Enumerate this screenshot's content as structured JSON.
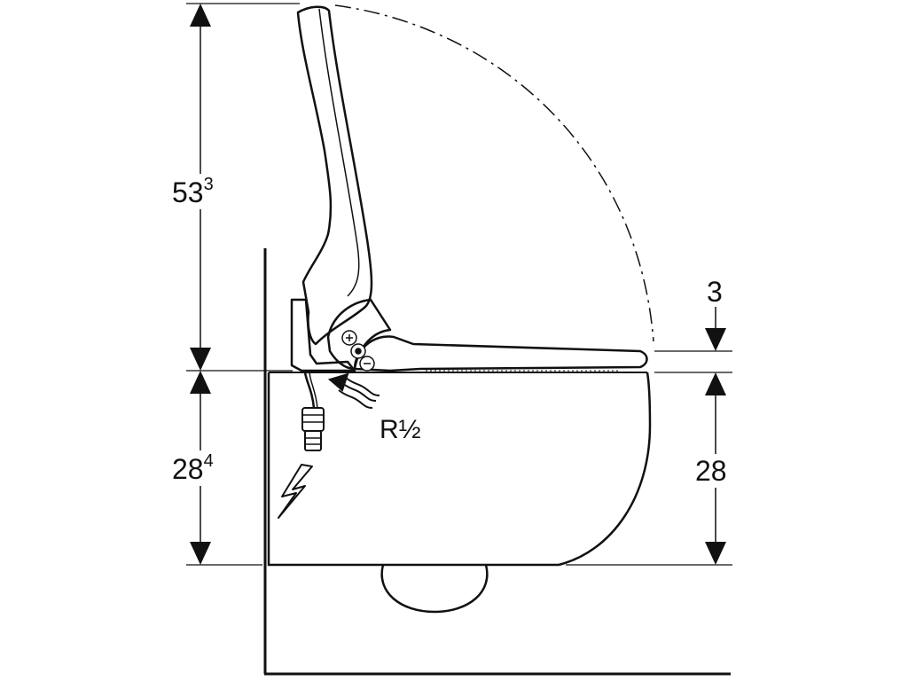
{
  "dimensions": {
    "seat_top_height": {
      "base": "53",
      "sup": "3"
    },
    "bowl_height_left": {
      "base": "28",
      "sup": "4"
    },
    "lid_gap": "3",
    "bowl_height_right": "28"
  },
  "labels": {
    "water_connection": "R½"
  },
  "icons": {
    "power": "lightning-bolt-icon",
    "remote_buttons": "control-panel-icon"
  },
  "colors": {
    "line": "#111111",
    "background": "#ffffff"
  }
}
